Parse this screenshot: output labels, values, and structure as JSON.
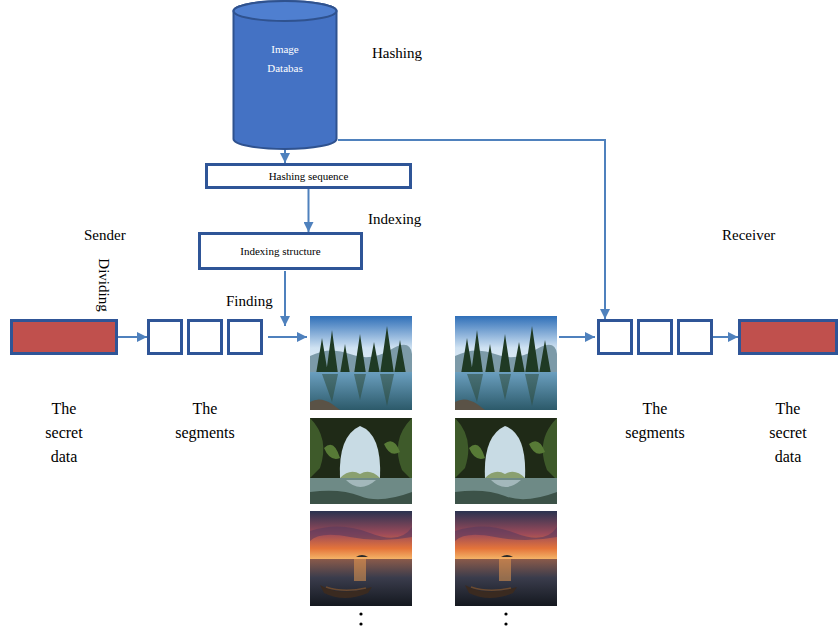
{
  "diagram": {
    "nodes": [
      {
        "text": [
          "Image Databas"
        ]
      },
      {
        "text": [
          "Hashing sequence"
        ]
      },
      {
        "text": [
          "Indexing structure"
        ]
      },
      {
        "text": [
          "The secret data"
        ]
      },
      {
        "text": [
          "The segments"
        ]
      },
      {
        "text": [
          "The segments"
        ]
      },
      {
        "text": [
          "The secret data"
        ]
      }
    ],
    "edges": [
      {
        "from": 0,
        "to": 1,
        "arrow": "to"
      },
      {
        "from": 1,
        "to": 2,
        "arrow": "to"
      },
      {
        "from": 0,
        "to": 5,
        "arrow": "to"
      },
      {
        "from": 3,
        "to": 4,
        "arrow": "to"
      },
      {
        "from": 5,
        "to": 6,
        "arrow": "to"
      }
    ],
    "labels": [
      "Hashing",
      "Indexing",
      "Sender",
      "Dividing",
      "Finding",
      "Receiver"
    ]
  }
}
